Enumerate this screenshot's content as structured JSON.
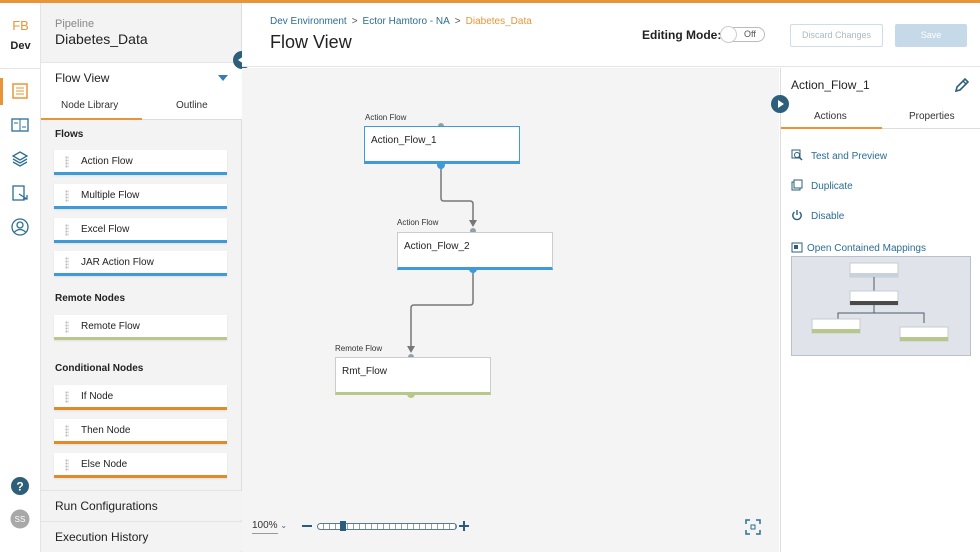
{
  "rail": {
    "brand": "FB",
    "env": "Dev",
    "avatar_initials": "SS",
    "icons": [
      "pipeline-icon",
      "mapping-icon",
      "layers-icon",
      "export-icon",
      "user-icon",
      "help-icon"
    ]
  },
  "left_panel": {
    "pipeline_label": "Pipeline",
    "pipeline_name": "Diabetes_Data",
    "view_selector": "Flow View",
    "tabs": [
      "Node Library",
      "Outline"
    ],
    "sections": {
      "flows": "Flows",
      "remote": "Remote Nodes",
      "conditional": "Conditional Nodes"
    },
    "flow_items": [
      "Action Flow",
      "Multiple Flow",
      "Excel Flow",
      "JAR Action Flow"
    ],
    "remote_items": [
      "Remote Flow"
    ],
    "conditional_items": [
      "If Node",
      "Then Node",
      "Else Node"
    ],
    "bottom_items": [
      "Run Configurations",
      "Execution History"
    ]
  },
  "header": {
    "breadcrumbs": [
      "Dev Environment",
      "Ector Hamtoro - NA",
      "Diabetes_Data"
    ],
    "title": "Flow View",
    "editing_label": "Editing Mode:",
    "editing_value": "Off",
    "discard_label": "Discard Changes",
    "save_label": "Save"
  },
  "canvas": {
    "nodes": [
      {
        "type": "Action Flow",
        "name": "Action_Flow_1"
      },
      {
        "type": "Action Flow",
        "name": "Action_Flow_2"
      },
      {
        "type": "Remote Flow",
        "name": "Rmt_Flow"
      }
    ],
    "zoom": "100%"
  },
  "right_panel": {
    "title": "Action_Flow_1",
    "tabs": [
      "Actions",
      "Properties"
    ],
    "actions": [
      "Test and Preview",
      "Duplicate",
      "Disable",
      "Open Contained Mappings"
    ]
  },
  "colors": {
    "accent": "#e8953a",
    "link": "#2b6e94",
    "flow_blue": "#3f9bd7",
    "remote_green": "#b6c98a",
    "conditional_orange": "#e08a2c"
  }
}
